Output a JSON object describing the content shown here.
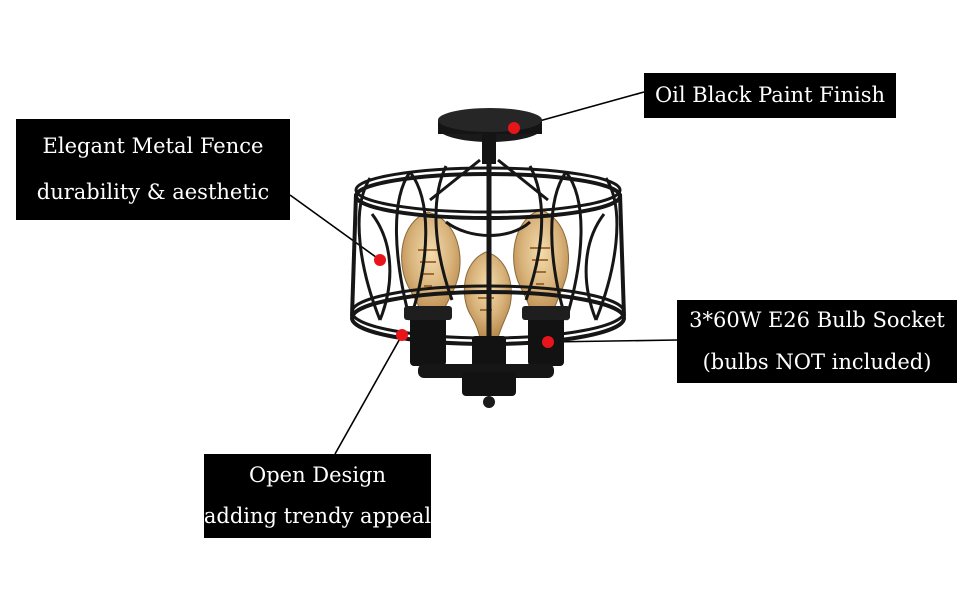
{
  "image": {
    "subject": "lamp",
    "background": "#ffffff",
    "colors": {
      "metal": "#141414",
      "bulb_glass": "#d8b27a",
      "filament": "#8a4f12",
      "marker": "#e8141c",
      "callout_bg": "#000000",
      "callout_text": "#ffffff"
    }
  },
  "callouts": {
    "paint": {
      "text": "Oil Black Paint Finish"
    },
    "fence": {
      "line1": "Elegant Metal Fence",
      "line2": "durability & aesthetic"
    },
    "socket": {
      "line1": "3*60W E26 Bulb Socket",
      "line2": "(bulbs NOT included)"
    },
    "open": {
      "line1": "Open Design",
      "line2": "adding trendy appeal"
    }
  }
}
